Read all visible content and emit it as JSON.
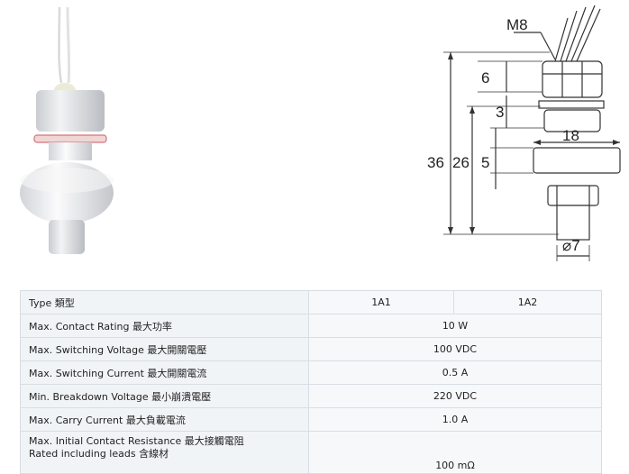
{
  "drawing": {
    "thread_label": "M8",
    "dim_6": "6",
    "dim_3": "3",
    "dim_18": "18",
    "dim_5": "5",
    "dim_36": "36",
    "dim_26": "26",
    "dim_dia7": "⌀7"
  },
  "spec": {
    "rows": [
      {
        "label": "Type 類型",
        "v1": "1A1",
        "v2": "1A2"
      },
      {
        "label": "Max. Contact Rating  最大功率",
        "value": "10 W"
      },
      {
        "label": "Max. Switching Voltage  最大開關電壓",
        "value": "100 VDC"
      },
      {
        "label": "Max. Switching Current  最大開關電流",
        "value": "0.5 A"
      },
      {
        "label": "Min. Breakdown Voltage  最小崩潰電壓",
        "value": "220 VDC"
      },
      {
        "label": "Max. Carry Current  最大負載電流",
        "value": "1.0 A"
      },
      {
        "label": "Max. Initial Contact Resistance  最大接觸電阻",
        "label2": "Rated including leads  含線材",
        "value": "100 mΩ"
      }
    ]
  }
}
